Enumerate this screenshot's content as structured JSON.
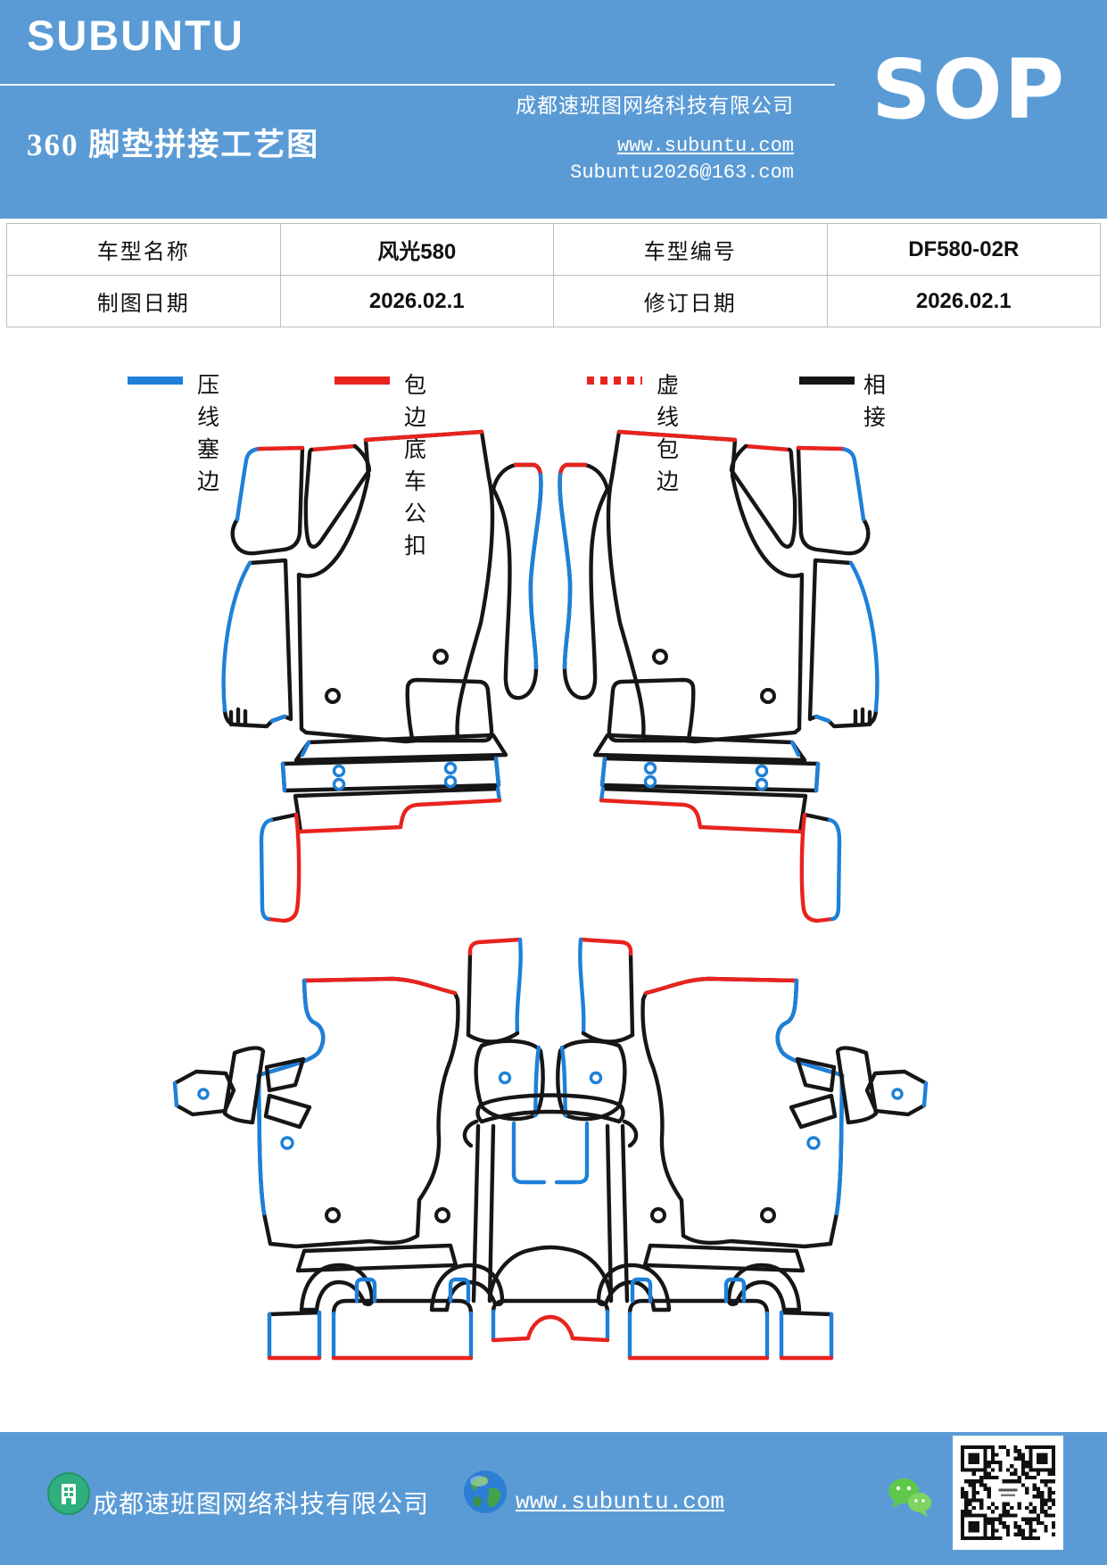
{
  "header": {
    "brand": "SUBUNTU",
    "title": "360 脚垫拼接工艺图",
    "company": "成都速班图网络科技有限公司",
    "sop_badge": "SOP",
    "website": "www.subuntu.com",
    "email": "Subuntu2026@163.com"
  },
  "info_table": {
    "rows": [
      {
        "cells": [
          "车型名称",
          "风光580",
          "车型编号",
          "DF580-02R"
        ]
      },
      {
        "cells": [
          "制图日期",
          "2026.02.1",
          "修订日期",
          "2026.02.1"
        ]
      }
    ]
  },
  "legend": {
    "items": [
      {
        "label": "压线塞边",
        "style": "solid",
        "color": "#1E80D8"
      },
      {
        "label": "包边底车公扣",
        "style": "solid",
        "color": "#E8231E"
      },
      {
        "label": "虚线包边",
        "style": "dotted",
        "color": "#E8231E"
      },
      {
        "label": "相接",
        "style": "solid",
        "color": "#161616"
      }
    ]
  },
  "diagram": {
    "sections": [
      "front-floor-mats",
      "rear-floor-mats"
    ]
  },
  "footer": {
    "company": "成都速班图网络科技有限公司",
    "website": "www.subuntu.com"
  },
  "colors": {
    "header_blue": "#5B9BD5",
    "line_blue": "#1E80D8",
    "line_red": "#E8231E",
    "line_black": "#161616",
    "table_border": "#BDBDBD",
    "icon_green": "#2FAF7E",
    "wechat_green": "#5FC84A"
  }
}
